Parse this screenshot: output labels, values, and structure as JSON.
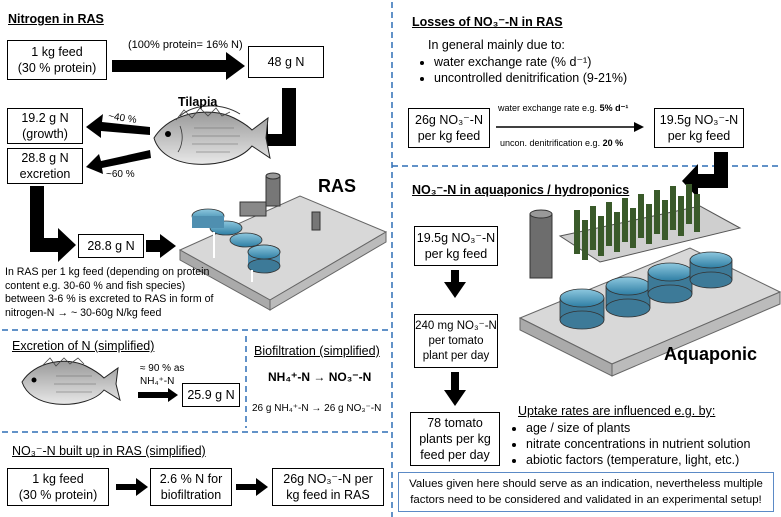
{
  "nitrogen": {
    "title": "Nitrogen in RAS",
    "feed_line1": "1 kg feed",
    "feed_line2": "(30 % protein)",
    "protein_note": "(100% protein= 16% N)",
    "n_amount": "48 g N",
    "fish_label": "Tilapia",
    "growth_line1": "19.2 g N",
    "growth_line2": "(growth)",
    "excr_line1": "28.8 g N",
    "excr_line2": "excretion",
    "pct40": "~40 %",
    "pct60": "~60 %",
    "ras_label": "RAS",
    "n_to_ras": "28.8 g N",
    "note_lines": [
      "In RAS per 1 kg feed (depending on protein",
      "content e.g. 30-60 % and fish species)",
      "between 3-6 % is excreted to RAS in form of"
    ],
    "note_last": "nitrogen-N → ~ 30-60g N/kg feed"
  },
  "excretion": {
    "title": "Excretion of N (simplified)",
    "pct_line1": "≈ 90 % as",
    "pct_line2": "NH₄⁺-N",
    "amount": "25.9 g N"
  },
  "biofiltration": {
    "title": "Biofiltration (simplified)",
    "reaction": "NH₄⁺-N → NO₃⁻-N",
    "example": "26 g NH₄⁺-N → 26 g NO₃⁻-N"
  },
  "buildup": {
    "title": "NO₃⁻-N built up in RAS (simplified)",
    "feed_line1": "1 kg feed",
    "feed_line2": "(30 % protein)",
    "bio_line1": "2.6 % N for",
    "bio_line2": "biofiltration",
    "result_line1": "26g NO₃⁻-N per",
    "result_line2": "kg feed in RAS"
  },
  "losses": {
    "title": "Losses of NO₃⁻-N in RAS",
    "intro": "In general mainly due to:",
    "bullets": [
      "water exchange rate (% d⁻¹)",
      "uncontrolled denitrification (9-21%)"
    ],
    "left_line1": "26g NO₃⁻-N",
    "left_line2": "per kg feed",
    "exchange_prefix": "water exchange rate e.g. ",
    "exchange_value": "5% d⁻¹",
    "denit_prefix": "uncon. denitrification e.g. ",
    "denit_value": "20 %",
    "right_line1": "19.5g NO₃⁻-N",
    "right_line2": "per kg feed"
  },
  "aquaponics": {
    "title": "NO₃⁻-N in aquaponics / hydroponics",
    "box1_line1": "19.5g NO₃⁻-N",
    "box1_line2": "per kg feed",
    "box2_lines": [
      "240 mg NO₃⁻-N",
      "per tomato",
      "plant per day"
    ],
    "box3_lines": [
      "78 tomato",
      "plants per kg",
      "feed per day"
    ],
    "label": "Aquaponic",
    "uptake_title": "Uptake rates are influenced e.g. by:",
    "uptake_items": [
      "age / size of plants",
      "nitrate concentrations in nutrient solution",
      "abiotic factors (temperature, light, etc.)"
    ]
  },
  "disclaimer": {
    "line1": "Values given here should serve as an indication, nevertheless multiple",
    "line2": "factors need to be considered and validated in an experimental setup!"
  },
  "colors": {
    "divider": "#2f6fb6",
    "water": "#5aa9c9",
    "plants": "#3a5a2a",
    "disclaimer_border": "#5b8ac6"
  },
  "icons": [
    "tilapia-fish-icon",
    "ras-system-illustration",
    "aquaponic-system-illustration"
  ]
}
